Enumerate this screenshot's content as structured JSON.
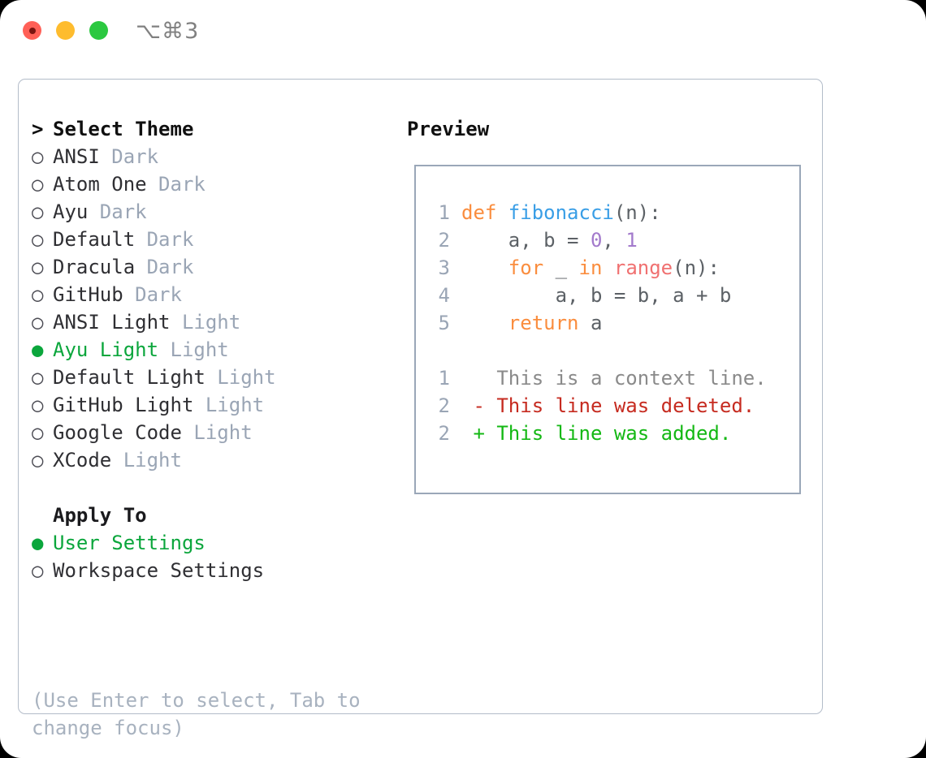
{
  "window": {
    "shortcut": "⌥⌘3",
    "traffic_lights": [
      "close-button",
      "minimize-button",
      "maximize-button"
    ]
  },
  "theme_picker": {
    "prompt_marker": ">",
    "title": "Select Theme",
    "marker_selected": "●",
    "marker_unselected": "○",
    "items": [
      {
        "name": "ANSI",
        "kind": "Dark",
        "selected": false
      },
      {
        "name": "Atom One",
        "kind": "Dark",
        "selected": false
      },
      {
        "name": "Ayu",
        "kind": "Dark",
        "selected": false
      },
      {
        "name": "Default",
        "kind": "Dark",
        "selected": false
      },
      {
        "name": "Dracula",
        "kind": "Dark",
        "selected": false
      },
      {
        "name": "GitHub",
        "kind": "Dark",
        "selected": false
      },
      {
        "name": "ANSI Light",
        "kind": "Light",
        "selected": false
      },
      {
        "name": "Ayu Light",
        "kind": "Light",
        "selected": true
      },
      {
        "name": "Default Light",
        "kind": "Light",
        "selected": false
      },
      {
        "name": "GitHub Light",
        "kind": "Light",
        "selected": false
      },
      {
        "name": "Google Code",
        "kind": "Light",
        "selected": false
      },
      {
        "name": "XCode",
        "kind": "Light",
        "selected": false
      }
    ]
  },
  "apply_to": {
    "title": "Apply To",
    "options": [
      {
        "label": "User Settings",
        "selected": true
      },
      {
        "label": "Workspace Settings",
        "selected": false
      }
    ]
  },
  "help_text": "(Use Enter to select, Tab to change focus)",
  "preview": {
    "title": "Preview",
    "code_lines": [
      {
        "n": "1",
        "tokens": [
          {
            "t": "def ",
            "c": "kw"
          },
          {
            "t": "fibonacci",
            "c": "fn"
          },
          {
            "t": "(n):",
            "c": "pl"
          }
        ]
      },
      {
        "n": "2",
        "tokens": [
          {
            "t": "    a, b = ",
            "c": "pl"
          },
          {
            "t": "0",
            "c": "num"
          },
          {
            "t": ", ",
            "c": "pl"
          },
          {
            "t": "1",
            "c": "num"
          }
        ]
      },
      {
        "n": "3",
        "tokens": [
          {
            "t": "    ",
            "c": "pl"
          },
          {
            "t": "for",
            "c": "kw"
          },
          {
            "t": " _ ",
            "c": "pl"
          },
          {
            "t": "in",
            "c": "kw"
          },
          {
            "t": " ",
            "c": "pl"
          },
          {
            "t": "range",
            "c": "bi"
          },
          {
            "t": "(n):",
            "c": "pl"
          }
        ]
      },
      {
        "n": "4",
        "tokens": [
          {
            "t": "        a, b = b, a + b",
            "c": "pl"
          }
        ]
      },
      {
        "n": "5",
        "tokens": [
          {
            "t": "    ",
            "c": "pl"
          },
          {
            "t": "return",
            "c": "kw"
          },
          {
            "t": " a",
            "c": "pl"
          }
        ]
      }
    ],
    "diff_lines": [
      {
        "n": "1",
        "sign": " ",
        "text": "This is a context line.",
        "kind": "ctx"
      },
      {
        "n": "2",
        "sign": "-",
        "text": "This line was deleted.",
        "kind": "del"
      },
      {
        "n": "2",
        "sign": "+",
        "text": "This line was added.",
        "kind": "add"
      }
    ]
  },
  "colors": {
    "accent_green": "#0ba63c",
    "muted_label": "#9aa5b5",
    "keyword_orange": "#fa8d3e",
    "function_blue": "#399ee6",
    "number_purple": "#a37acc",
    "builtin_red": "#f07171",
    "diff_delete": "#c62b20",
    "diff_add": "#14b814",
    "border": "#b3bcc9"
  }
}
